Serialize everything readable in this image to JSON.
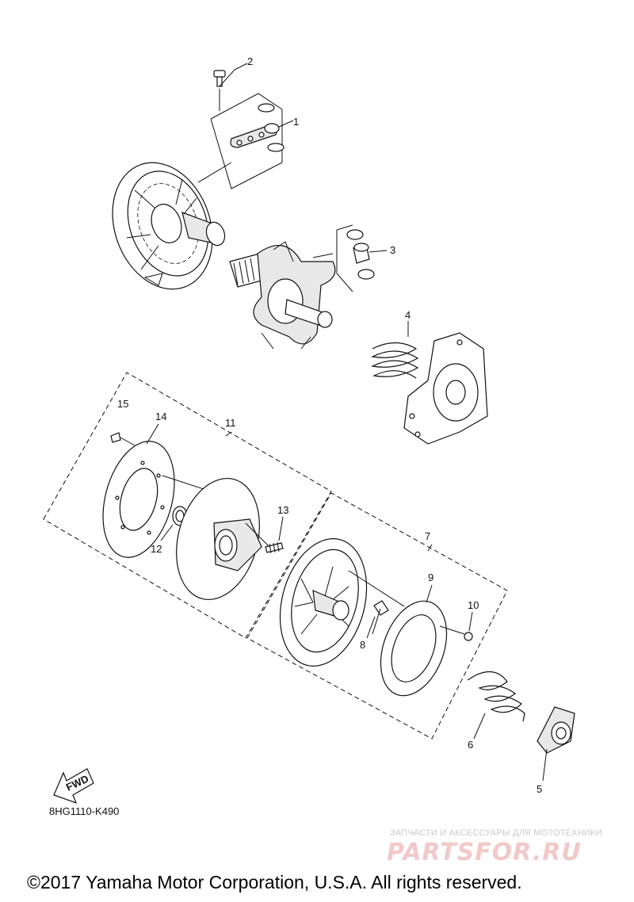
{
  "callouts": [
    "1",
    "2",
    "3",
    "4",
    "5",
    "6",
    "7",
    "8",
    "9",
    "10",
    "11",
    "12",
    "13",
    "14",
    "15"
  ],
  "fwd_label": "FWD",
  "diagram_code": "8HG1110-K490",
  "watermark": {
    "subtitle": "ЗАПЧАСТИ И АКСЕССУАРЫ ДЛЯ МОТОТЕХНИКИ",
    "logo": "PARTSFOR.RU"
  },
  "copyright": "©2017 Yamaha Motor Corporation, U.S.A. All rights reserved."
}
